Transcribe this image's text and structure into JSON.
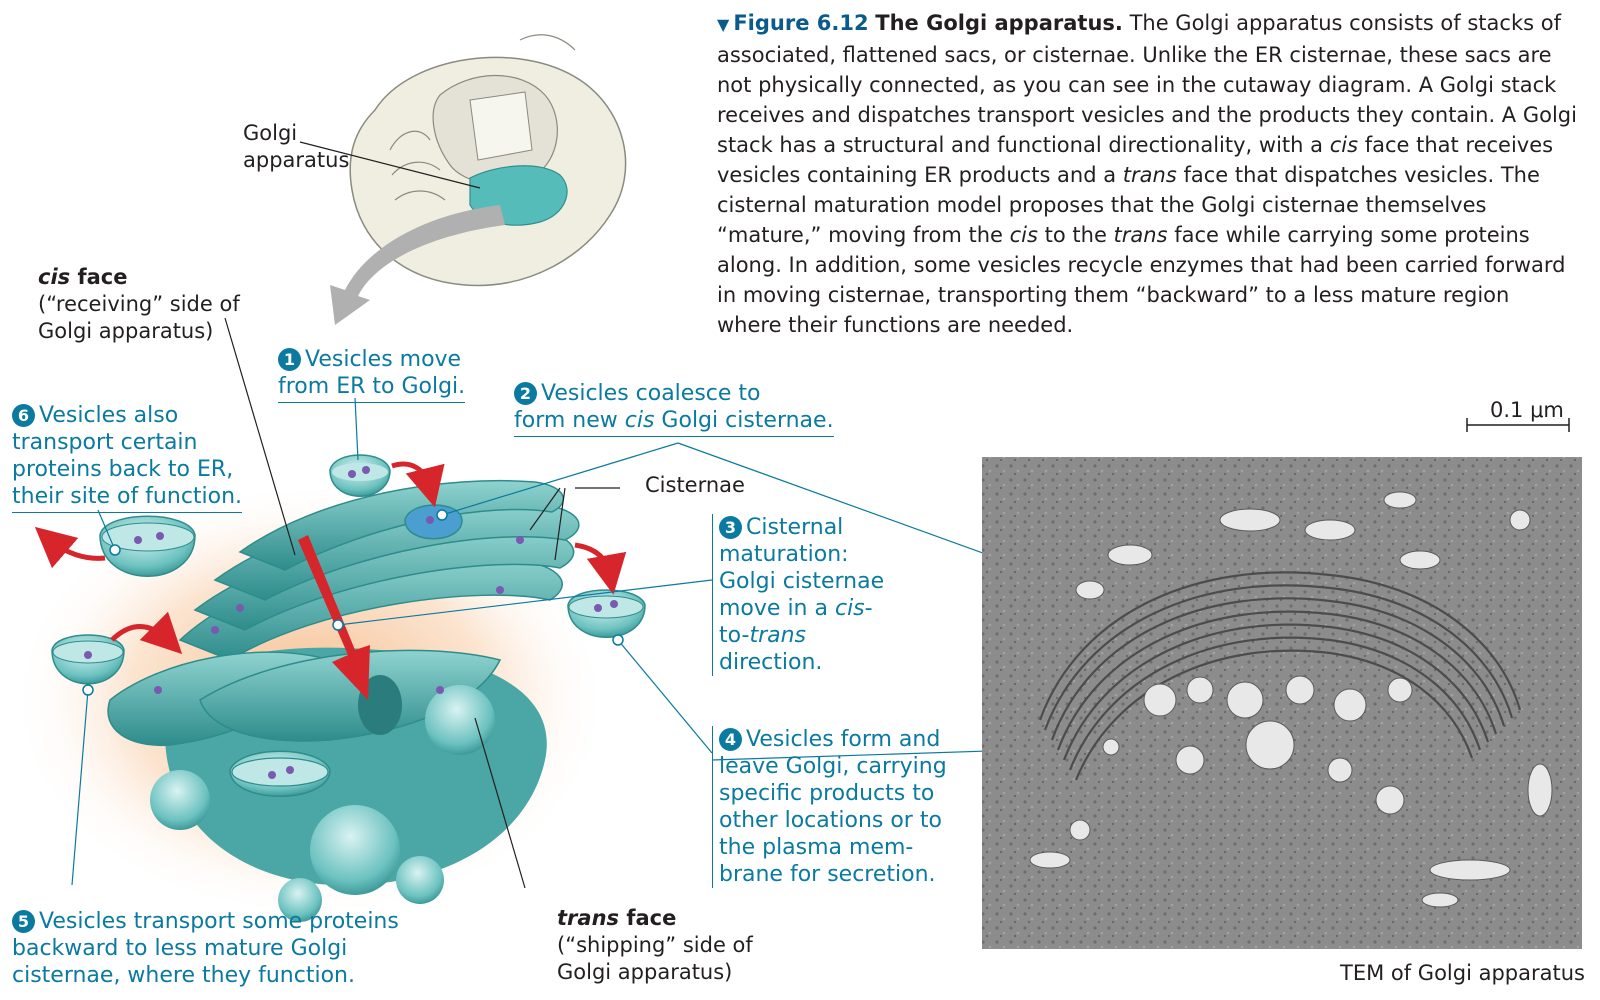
{
  "caption": {
    "figure_label": "Figure 6.12",
    "figure_title": "The Golgi apparatus.",
    "segments": [
      {
        "text": "The Golgi apparatus consists of stacks of associated, flattened sacs, or cisternae. Unlike the ER cisternae, these sacs are not physically connected, as you can see in the cutaway diagram. A Golgi stack receives and dispatches transport vesicles and the products they contain. A Golgi stack has a structural and functional directionality, with a ",
        "italic": false
      },
      {
        "text": "cis",
        "italic": true
      },
      {
        "text": " face that receives vesicles containing ER products and a ",
        "italic": false
      },
      {
        "text": "trans",
        "italic": true
      },
      {
        "text": " face that dispatches vesicles. The cisternal maturation model proposes that the Golgi cisternae themselves “mature,” moving from the ",
        "italic": false
      },
      {
        "text": "cis",
        "italic": true
      },
      {
        "text": " to the ",
        "italic": false
      },
      {
        "text": "trans",
        "italic": true
      },
      {
        "text": " face while carrying some proteins along. In addition, some vesicles recycle enzymes that had been carried forward in moving cisternae, transporting them “backward” to a less mature region where their functions are needed.",
        "italic": false
      }
    ]
  },
  "labels": {
    "golgi_line1": "Golgi",
    "golgi_line2": "apparatus",
    "cis_face_italic": "cis",
    "cis_face_word": " face",
    "cis_sub1": "(“receiving” side of",
    "cis_sub2": "Golgi apparatus)",
    "trans_face_italic": "trans",
    "trans_face_word": " face",
    "trans_sub1": "(“shipping” side of",
    "trans_sub2": "Golgi apparatus)",
    "cisternae": "Cisternae",
    "scale": "0.1 μm",
    "tem": "TEM of Golgi apparatus"
  },
  "steps": {
    "s1": {
      "num": "1",
      "line1": "Vesicles move",
      "line2": "from ER to Golgi."
    },
    "s2": {
      "num": "2",
      "line1": "Vesicles coalesce to",
      "line2a": "form new ",
      "line2i": "cis",
      "line2b": " Golgi cisternae."
    },
    "s3": {
      "num": "3",
      "line1": "Cisternal",
      "line2": "maturation:",
      "line3": "Golgi cisternae",
      "line4a": "move in a ",
      "line4i": "cis",
      "line4b": "-",
      "line5a": "to-",
      "line5i": "trans",
      "line6": "direction."
    },
    "s4": {
      "num": "4",
      "line1": "Vesicles form and",
      "line2": "leave Golgi, carrying",
      "line3": "specific products to",
      "line4": "other locations or to",
      "line5": "the plasma mem-",
      "line6": "brane for secretion."
    },
    "s5": {
      "num": "5",
      "line1": "Vesicles transport some proteins",
      "line2": "backward to less mature Golgi",
      "line3": "cisternae, where they function."
    },
    "s6": {
      "num": "6",
      "line1": "Vesicles also",
      "line2": "transport certain",
      "line3": "proteins back to ER,",
      "line4": "their site of function."
    }
  },
  "colors": {
    "accent_blue": "#0a7aa0",
    "golgi_teal": "#4fb3b0",
    "arrow_red": "#d7262b",
    "glow_orange": "#f6b784"
  }
}
